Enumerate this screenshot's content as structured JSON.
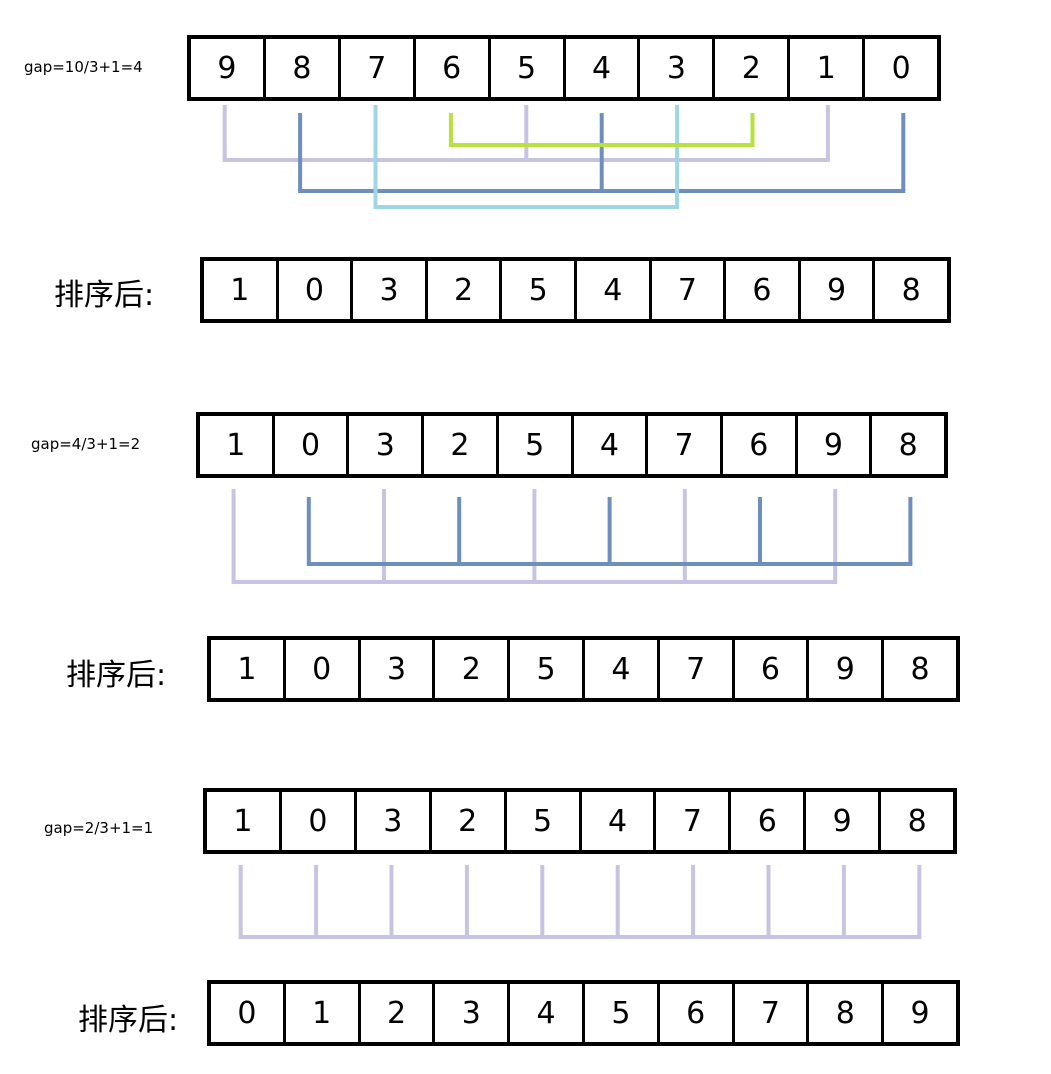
{
  "steps": [
    {
      "gap_label": "gap=10/3+1=4",
      "before": [
        "9",
        "8",
        "7",
        "6",
        "5",
        "4",
        "3",
        "2",
        "1",
        "0"
      ],
      "after_label": "排序后:",
      "after": [
        "1",
        "0",
        "3",
        "2",
        "5",
        "4",
        "7",
        "6",
        "9",
        "8"
      ],
      "groups": [
        {
          "members": [
            0,
            4,
            8
          ],
          "color": "#c7c3e2"
        },
        {
          "members": [
            1,
            5,
            9
          ],
          "color": "#6e8fbd"
        },
        {
          "members": [
            2,
            6
          ],
          "color": "#9fd6e3"
        },
        {
          "members": [
            3,
            7
          ],
          "color": "#b7e23b"
        }
      ]
    },
    {
      "gap_label": "gap=4/3+1=2",
      "before": [
        "1",
        "0",
        "3",
        "2",
        "5",
        "4",
        "7",
        "6",
        "9",
        "8"
      ],
      "after_label": "排序后:",
      "after": [
        "1",
        "0",
        "3",
        "2",
        "5",
        "4",
        "7",
        "6",
        "9",
        "8"
      ],
      "groups": [
        {
          "members": [
            0,
            2,
            4,
            6,
            8
          ],
          "color": "#c7c3e2"
        },
        {
          "members": [
            1,
            3,
            5,
            7,
            9
          ],
          "color": "#6e8fbd"
        }
      ]
    },
    {
      "gap_label": "gap=2/3+1=1",
      "before": [
        "1",
        "0",
        "3",
        "2",
        "5",
        "4",
        "7",
        "6",
        "9",
        "8"
      ],
      "after_label": "排序后:",
      "after": [
        "0",
        "1",
        "2",
        "3",
        "4",
        "5",
        "6",
        "7",
        "8",
        "9"
      ],
      "groups": [
        {
          "members": [
            0,
            1,
            2,
            3,
            4,
            5,
            6,
            7,
            8,
            9
          ],
          "color": "#c7c3e2"
        }
      ]
    }
  ]
}
